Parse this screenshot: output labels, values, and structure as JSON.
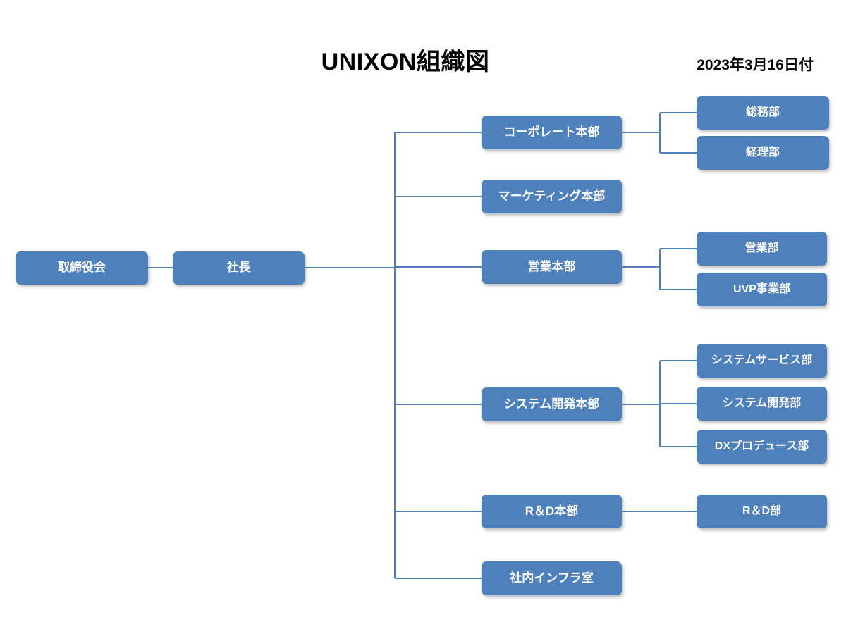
{
  "title": "UNIXON組織図",
  "date_label": "2023年3月16日付",
  "colors": {
    "node_fill": "#4e80bc",
    "connector": "#4e80bc",
    "node_text": "#ffffff",
    "title_text": "#000000"
  },
  "org": {
    "board": "取締役会",
    "president": "社長",
    "divisions": [
      {
        "label": "コーポレート本部",
        "children": [
          "総務部",
          "経理部"
        ]
      },
      {
        "label": "マーケティング本部",
        "children": []
      },
      {
        "label": "営業本部",
        "children": [
          "営業部",
          "UVP事業部"
        ]
      },
      {
        "label": "システム開発本部",
        "children": [
          "システムサービス部",
          "システム開発部",
          "DXプロデュース部"
        ]
      },
      {
        "label": "R＆D本部",
        "children": [
          "R＆D部"
        ]
      },
      {
        "label": "社内インフラ室",
        "children": []
      }
    ]
  }
}
